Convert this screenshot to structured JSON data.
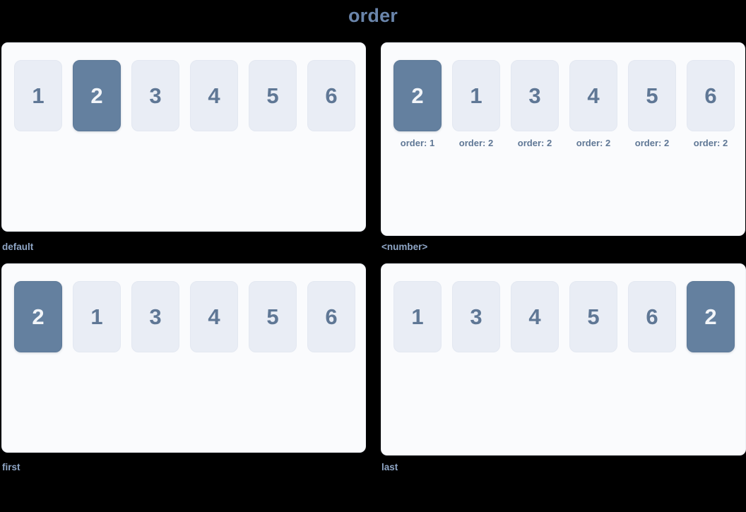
{
  "title": "order",
  "colors": {
    "background": "#000000",
    "panel_bg": "#fafbfd",
    "panel_border": "#eceff5",
    "box_bg": "#e9edf5",
    "box_text": "#5f7795",
    "box_highlight_bg": "#64809f",
    "box_highlight_text": "#f2f5f9",
    "title": "#6a85ab",
    "caption": "#8fa6c6"
  },
  "demos": [
    {
      "caption": "default",
      "boxes": [
        {
          "value": "1",
          "highlight": false,
          "order_label": null
        },
        {
          "value": "2",
          "highlight": true,
          "order_label": null
        },
        {
          "value": "3",
          "highlight": false,
          "order_label": null
        },
        {
          "value": "4",
          "highlight": false,
          "order_label": null
        },
        {
          "value": "5",
          "highlight": false,
          "order_label": null
        },
        {
          "value": "6",
          "highlight": false,
          "order_label": null
        }
      ]
    },
    {
      "caption": "<number>",
      "boxes": [
        {
          "value": "2",
          "highlight": true,
          "order_label": "order: 1"
        },
        {
          "value": "1",
          "highlight": false,
          "order_label": "order: 2"
        },
        {
          "value": "3",
          "highlight": false,
          "order_label": "order: 2"
        },
        {
          "value": "4",
          "highlight": false,
          "order_label": "order: 2"
        },
        {
          "value": "5",
          "highlight": false,
          "order_label": "order: 2"
        },
        {
          "value": "6",
          "highlight": false,
          "order_label": "order: 2"
        }
      ]
    },
    {
      "caption": "first",
      "boxes": [
        {
          "value": "2",
          "highlight": true,
          "order_label": null
        },
        {
          "value": "1",
          "highlight": false,
          "order_label": null
        },
        {
          "value": "3",
          "highlight": false,
          "order_label": null
        },
        {
          "value": "4",
          "highlight": false,
          "order_label": null
        },
        {
          "value": "5",
          "highlight": false,
          "order_label": null
        },
        {
          "value": "6",
          "highlight": false,
          "order_label": null
        }
      ]
    },
    {
      "caption": "last",
      "boxes": [
        {
          "value": "1",
          "highlight": false,
          "order_label": null
        },
        {
          "value": "3",
          "highlight": false,
          "order_label": null
        },
        {
          "value": "4",
          "highlight": false,
          "order_label": null
        },
        {
          "value": "5",
          "highlight": false,
          "order_label": null
        },
        {
          "value": "6",
          "highlight": false,
          "order_label": null
        },
        {
          "value": "2",
          "highlight": true,
          "order_label": null
        }
      ]
    }
  ]
}
